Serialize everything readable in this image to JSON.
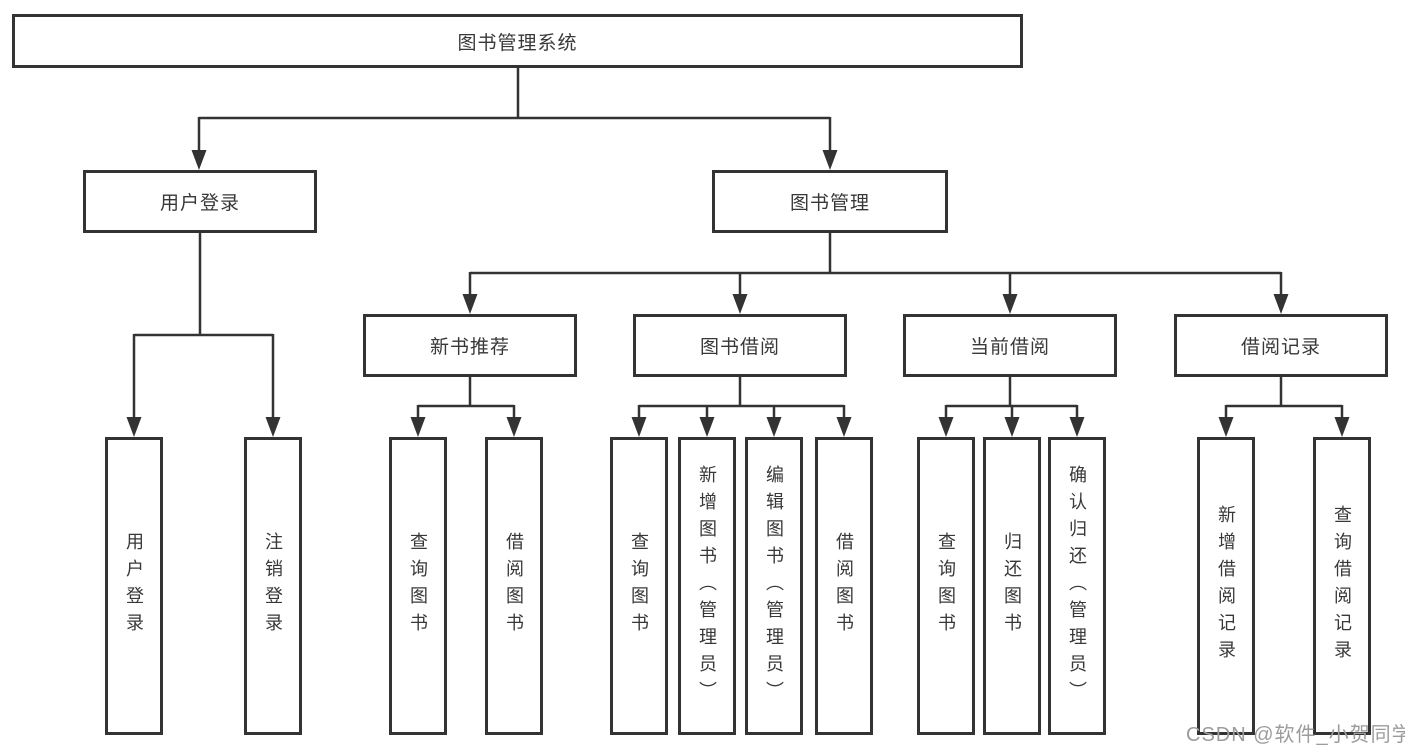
{
  "colors": {
    "line": "#333333",
    "node_border": "#333333",
    "node_text": "#383838",
    "background": "#ffffff",
    "watermark_text_color": "#9c9c9c"
  },
  "watermark": {
    "text": "CSDN @软件_小贺同学"
  },
  "tree": {
    "label": "图书管理系统",
    "children": [
      {
        "label": "用户登录",
        "children": [
          {
            "label": "用户登录"
          },
          {
            "label": "注销登录"
          }
        ]
      },
      {
        "label": "图书管理",
        "children": [
          {
            "label": "新书推荐",
            "children": [
              {
                "label": "查询图书"
              },
              {
                "label": "借阅图书"
              }
            ]
          },
          {
            "label": "图书借阅",
            "children": [
              {
                "label": "查询图书"
              },
              {
                "label": "新增图书（管理员）"
              },
              {
                "label": "编辑图书（管理员）"
              },
              {
                "label": "借阅图书"
              }
            ]
          },
          {
            "label": "当前借阅",
            "children": [
              {
                "label": "查询图书"
              },
              {
                "label": "归还图书"
              },
              {
                "label": "确认归还（管理员）"
              }
            ]
          },
          {
            "label": "借阅记录",
            "children": [
              {
                "label": "新增借阅记录"
              },
              {
                "label": "查询借阅记录"
              }
            ]
          }
        ]
      }
    ]
  }
}
